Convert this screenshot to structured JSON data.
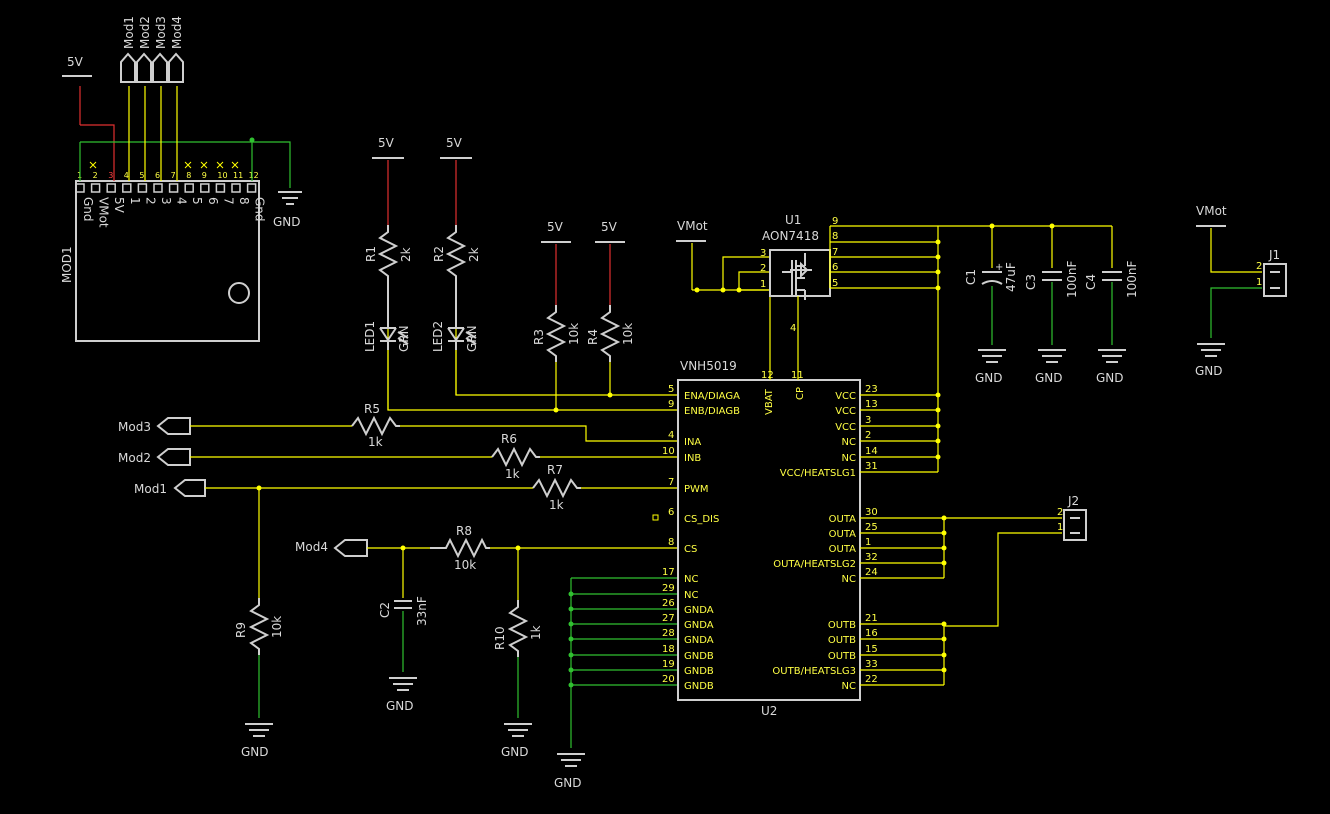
{
  "colors": {
    "background": "#000000",
    "net": "#ffff00",
    "power_net": "#e03030",
    "ground_net": "#30c030",
    "part": "#cfcfcf",
    "text": "#d9d9d9"
  },
  "supplies": {
    "v5": "5V",
    "vmot": "VMot",
    "gnd": "GND"
  },
  "ports": {
    "mod1": "Mod1",
    "mod2": "Mod2",
    "mod3": "Mod3",
    "mod4": "Mod4"
  },
  "mod1_module": {
    "name": "MOD1",
    "pins": [
      "Gnd",
      "VMot",
      "5V",
      "1",
      "2",
      "3",
      "4",
      "5",
      "6",
      "7",
      "8",
      "Gnd"
    ],
    "pin_numbers": [
      "1",
      "2",
      "3",
      "4",
      "5",
      "6",
      "7",
      "8",
      "9",
      "10",
      "11",
      "12"
    ]
  },
  "u1": {
    "ref": "U1",
    "value": "AON7418",
    "pins": [
      "3",
      "2",
      "1",
      "4",
      "9",
      "8",
      "7",
      "6",
      "5"
    ]
  },
  "u2": {
    "ref": "U2",
    "value": "VNH5019",
    "top_pins": {
      "vbat": "VBAT",
      "vbat_num": "12",
      "cp": "CP",
      "cp_num": "11"
    },
    "left_pins": [
      {
        "num": "5",
        "name": "ENA/DIAGA"
      },
      {
        "num": "9",
        "name": "ENB/DIAGB"
      },
      {
        "num": "4",
        "name": "INA"
      },
      {
        "num": "10",
        "name": "INB"
      },
      {
        "num": "7",
        "name": "PWM"
      },
      {
        "num": "6",
        "name": "CS_DIS"
      },
      {
        "num": "8",
        "name": "CS"
      },
      {
        "num": "17",
        "name": "NC"
      },
      {
        "num": "29",
        "name": "NC"
      },
      {
        "num": "26",
        "name": "GNDA"
      },
      {
        "num": "27",
        "name": "GNDA"
      },
      {
        "num": "28",
        "name": "GNDA"
      },
      {
        "num": "18",
        "name": "GNDB"
      },
      {
        "num": "19",
        "name": "GNDB"
      },
      {
        "num": "20",
        "name": "GNDB"
      }
    ],
    "right_pins": [
      {
        "num": "23",
        "name": "VCC"
      },
      {
        "num": "13",
        "name": "VCC"
      },
      {
        "num": "3",
        "name": "VCC"
      },
      {
        "num": "2",
        "name": "NC"
      },
      {
        "num": "14",
        "name": "NC"
      },
      {
        "num": "31",
        "name": "VCC/HEATSLG1"
      },
      {
        "num": "30",
        "name": "OUTA"
      },
      {
        "num": "25",
        "name": "OUTA"
      },
      {
        "num": "1",
        "name": "OUTA"
      },
      {
        "num": "32",
        "name": "OUTA/HEATSLG2"
      },
      {
        "num": "24",
        "name": "NC"
      },
      {
        "num": "21",
        "name": "OUTB"
      },
      {
        "num": "16",
        "name": "OUTB"
      },
      {
        "num": "15",
        "name": "OUTB"
      },
      {
        "num": "33",
        "name": "OUTB/HEATSLG3"
      },
      {
        "num": "22",
        "name": "NC"
      }
    ]
  },
  "resistors": [
    {
      "ref": "R1",
      "value": "2k"
    },
    {
      "ref": "R2",
      "value": "2k"
    },
    {
      "ref": "R3",
      "value": "10k"
    },
    {
      "ref": "R4",
      "value": "10k"
    },
    {
      "ref": "R5",
      "value": "1k"
    },
    {
      "ref": "R6",
      "value": "1k"
    },
    {
      "ref": "R7",
      "value": "1k"
    },
    {
      "ref": "R8",
      "value": "10k"
    },
    {
      "ref": "R9",
      "value": "10k"
    },
    {
      "ref": "R10",
      "value": "1k"
    }
  ],
  "leds": [
    {
      "ref": "LED1",
      "value": "GRN"
    },
    {
      "ref": "LED2",
      "value": "GRN"
    }
  ],
  "capacitors": [
    {
      "ref": "C1",
      "value": "47uF"
    },
    {
      "ref": "C2",
      "value": "33nF"
    },
    {
      "ref": "C3",
      "value": "100nF"
    },
    {
      "ref": "C4",
      "value": "100nF"
    }
  ],
  "connectors": [
    {
      "ref": "J1"
    },
    {
      "ref": "J2"
    }
  ],
  "pin_marks": {
    "p1": "1",
    "p2": "2",
    "p3": "3",
    "p4": "4",
    "p5": "5",
    "p6": "6",
    "p7": "7",
    "p8": "8",
    "p9": "9",
    "p10": "10",
    "p11": "11",
    "p12": "12"
  }
}
